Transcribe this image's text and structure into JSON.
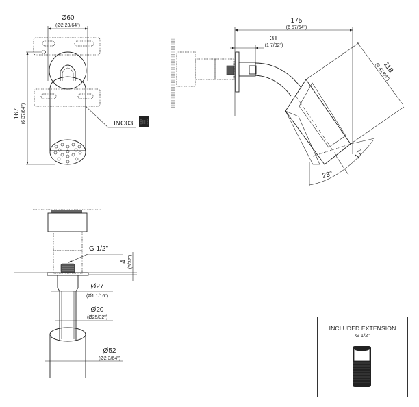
{
  "front_view": {
    "width_dim": "Ø60",
    "width_dim_imperial": "(Ø2 23/64\")",
    "height_dim": "167",
    "height_dim_imperial": "(6 37/64\")",
    "callout_label": "INC03",
    "callout_icon": "incasso-box-icon"
  },
  "side_view": {
    "length_dim": "175",
    "length_dim_imperial": "(6 57/64\")",
    "depth_dim": "31",
    "depth_dim_imperial": "(1 7/32\")",
    "head_dim": "118",
    "head_dim_imperial": "(4 41/64\")",
    "angle_down": "23°",
    "angle_up": "17°"
  },
  "section_view": {
    "thread_label": "G 1/2\"",
    "gap_dim": "4",
    "gap_dim_imperial": "(5/32\")",
    "arm_dim": "Ø27",
    "arm_dim_imperial": "(Ø1 1/16\")",
    "inner_dim": "Ø20",
    "inner_dim_imperial": "(Ø25/32\")",
    "head_dim": "Ø52",
    "head_dim_imperial": "(Ø2 3/64\")"
  },
  "extension_box": {
    "title": "INCLUDED EXTENSION",
    "subtitle": "G 1/2\""
  },
  "colors": {
    "line": "#222222",
    "background": "#ffffff"
  }
}
